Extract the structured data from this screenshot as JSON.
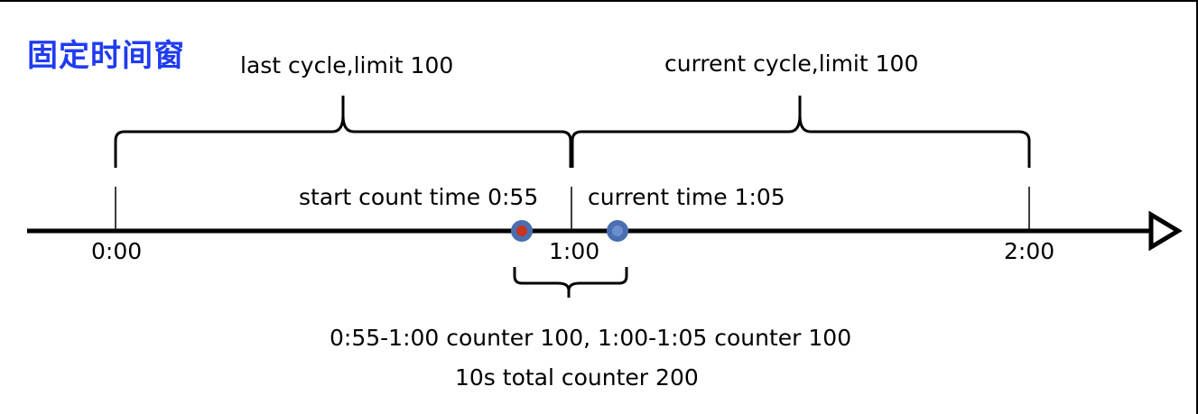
{
  "title": "固定时间窗",
  "brace_labels": {
    "last_cycle": "last cycle,limit 100",
    "current_cycle": "current cycle,limit 100"
  },
  "point_labels": {
    "start_count": "start count time 0:55",
    "current_time": "current time 1:05"
  },
  "ticks": [
    "0:00",
    "1:00",
    "2:00"
  ],
  "summary": {
    "line1": "0:55-1:00 counter 100, 1:00-1:05 counter 100",
    "line2": "10s total counter 200"
  },
  "colors": {
    "title": "#1f3cf0",
    "marker_fill_start": "#c8341e",
    "marker_fill_current": "#5b82c8",
    "marker_ring": "#4a6fb0"
  }
}
